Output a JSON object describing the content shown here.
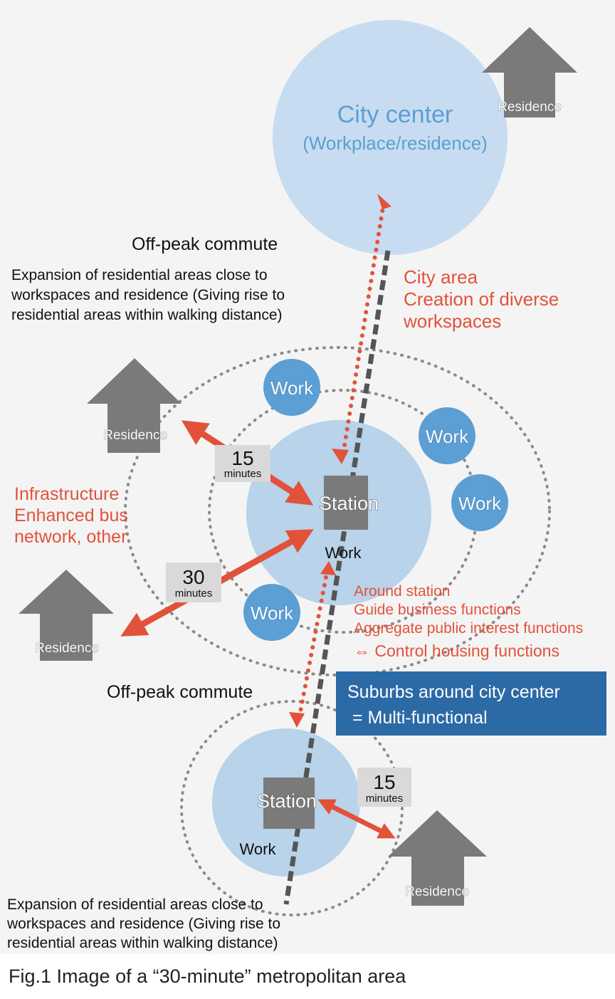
{
  "colors": {
    "background": "#f4f4f4",
    "light_blue": "#b8d3ea",
    "mid_blue": "#5b9fd4",
    "accent_red": "#e2523a",
    "gray": "#7a7a7a",
    "navy_box": "#2c6aa6"
  },
  "city_center": {
    "title": "City center",
    "subtitle": "(Workplace/residence)"
  },
  "residence_label": "Residence",
  "work_label": "Work",
  "station_label": "Station",
  "minutes_unit": "minutes",
  "time_15": "15",
  "time_30": "30",
  "off_peak_label": "Off-peak commute",
  "expansion_text": [
    "Expansion of residential areas close to",
    "workspaces and residence (Giving rise to",
    "residential areas within walking distance)"
  ],
  "city_area_text": [
    "City area",
    "Creation of diverse",
    "workspaces"
  ],
  "infrastructure_text": [
    "Infrastructure",
    "Enhanced bus",
    "network, other"
  ],
  "around_station_text": [
    "Around station",
    "Guide business functions",
    "Aggregate public interest functions",
    "⇔ Control housing functions"
  ],
  "suburbs_box": [
    "Suburbs around city center",
    " = Multi-functional"
  ],
  "caption": "Fig.1 Image of a “30-minute” metropolitan area",
  "icons": [
    "house-icon",
    "double-arrow-icon",
    "station-square-icon"
  ]
}
